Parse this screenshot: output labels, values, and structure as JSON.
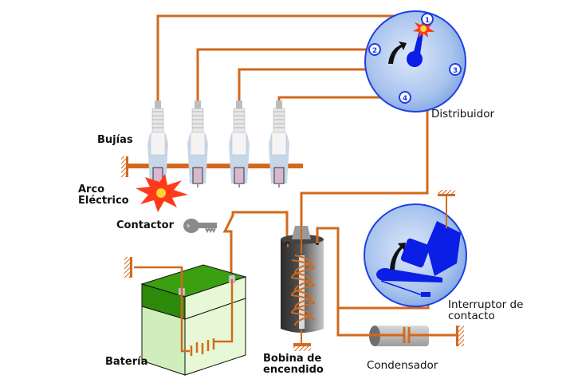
{
  "title": "Sistema de encendido",
  "colors": {
    "wire": "#d2691e",
    "distributor_fill": "#a9c4ee",
    "distributor_stroke": "#1f3fe0",
    "rotor": "#0a1ee6",
    "battery_top": "#3aa010",
    "battery_body": "#e6f8d6",
    "coil": "#555555",
    "spark": "#ff3a1a"
  },
  "labels": {
    "distributor": "Distribuidor",
    "spark_plugs": "Bujías",
    "arc_line1": "Arco",
    "arc_line2": "Eléctrico",
    "ignition_switch": "Contactor",
    "battery": "Batería",
    "coil_line1": "Bobina de",
    "coil_line2": "encendido",
    "breaker_line1": "Interruptor de",
    "breaker_line2": "contacto",
    "condenser": "Condensador"
  },
  "distributor_terminals": [
    "1",
    "2",
    "3",
    "4"
  ],
  "spark_plugs": [
    {
      "id": "plug-1",
      "firing": true
    },
    {
      "id": "plug-2",
      "firing": false
    },
    {
      "id": "plug-3",
      "firing": false
    },
    {
      "id": "plug-4",
      "firing": false
    }
  ]
}
